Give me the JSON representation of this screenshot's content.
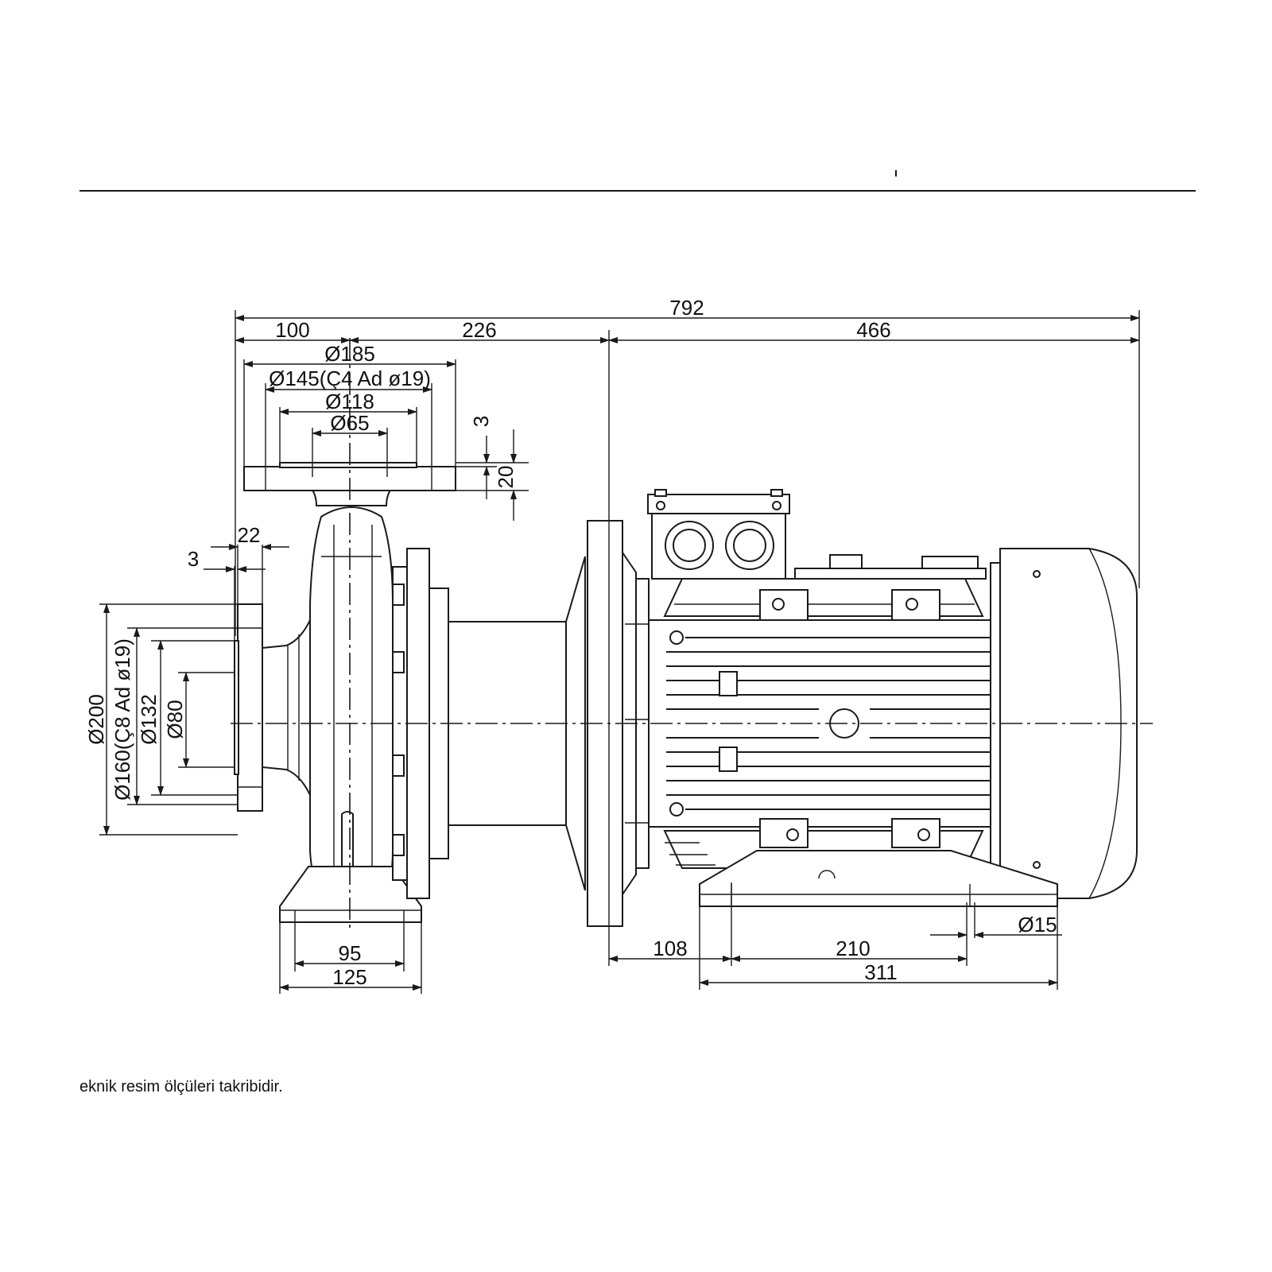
{
  "dimensions": {
    "overall_length": "792",
    "suction_offset": "100",
    "pump_length": "226",
    "motor_length": "466",
    "disch_flange_od": "Ø185",
    "disch_bolt_circle": "Ø145(Ç4 Ad ø19)",
    "disch_raised_face": "Ø118",
    "disch_bore": "Ø65",
    "disch_face_step": "3",
    "disch_flange_thickness": "20",
    "suction_flange_thickness": "22",
    "suction_face_step": "3",
    "suction_flange_od": "Ø200",
    "suction_bolt_circle": "Ø160(Ç8 Ad ø19)",
    "suction_raised_face": "Ø132",
    "suction_bore": "Ø80",
    "pump_foot_inner": "95",
    "pump_foot_outer": "125",
    "motor_foot_offset": "108",
    "motor_foot_holes": "210",
    "motor_foot_overall": "311",
    "foot_hole_dia": "Ø15"
  },
  "footer": {
    "note": "eknik resim ölçüleri takribidir."
  }
}
